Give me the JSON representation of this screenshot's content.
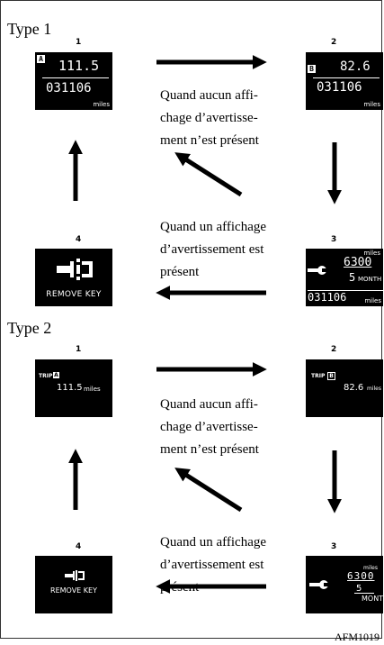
{
  "type1": {
    "label": "Type 1",
    "num1": "1",
    "num2": "2",
    "num3": "3",
    "num4": "4",
    "d1": {
      "badge": "A",
      "top": "111.5",
      "bottom": "031106",
      "unit": "miles"
    },
    "d2": {
      "badge": "B",
      "top": "82.6",
      "bottom": "031106",
      "unit": "miles"
    },
    "d3": {
      "unit_top": "miles",
      "value": "6300",
      "months": "5",
      "month_label": "MONTH",
      "bottom": "031106",
      "unit_bottom": "miles"
    },
    "d4": {
      "text": "REMOVE KEY"
    },
    "caption_none": "Quand aucun affi-\nchage d’avertisse-\nment n’est présent",
    "caption_warn": "Quand un affichage\nd’avertissement est\nprésent"
  },
  "type2": {
    "label": "Type 2",
    "num1": "1",
    "num2": "2",
    "num3": "3",
    "num4": "4",
    "d1": {
      "trip": "TRIP",
      "badge": "A",
      "value": "111.5",
      "unit": "miles"
    },
    "d2": {
      "trip": "TRIP",
      "badge": "B",
      "value": "82.6",
      "unit": "miles"
    },
    "d3": {
      "unit_top": "miles",
      "value": "6300",
      "months": "5",
      "month_label": "MONTH"
    },
    "d4": {
      "text": "REMOVE KEY"
    },
    "caption_none": "Quand aucun affi-\nchage d’avertisse-\nment n’est présent",
    "caption_warn": "Quand un affichage\nd’avertissement est\nprésent"
  },
  "footer": "AFM1019",
  "icons": [
    "arrow-right-icon",
    "arrow-down-icon",
    "arrow-left-icon",
    "arrow-up-icon",
    "arrow-diagonal-icon",
    "key-icon",
    "wrench-icon"
  ]
}
